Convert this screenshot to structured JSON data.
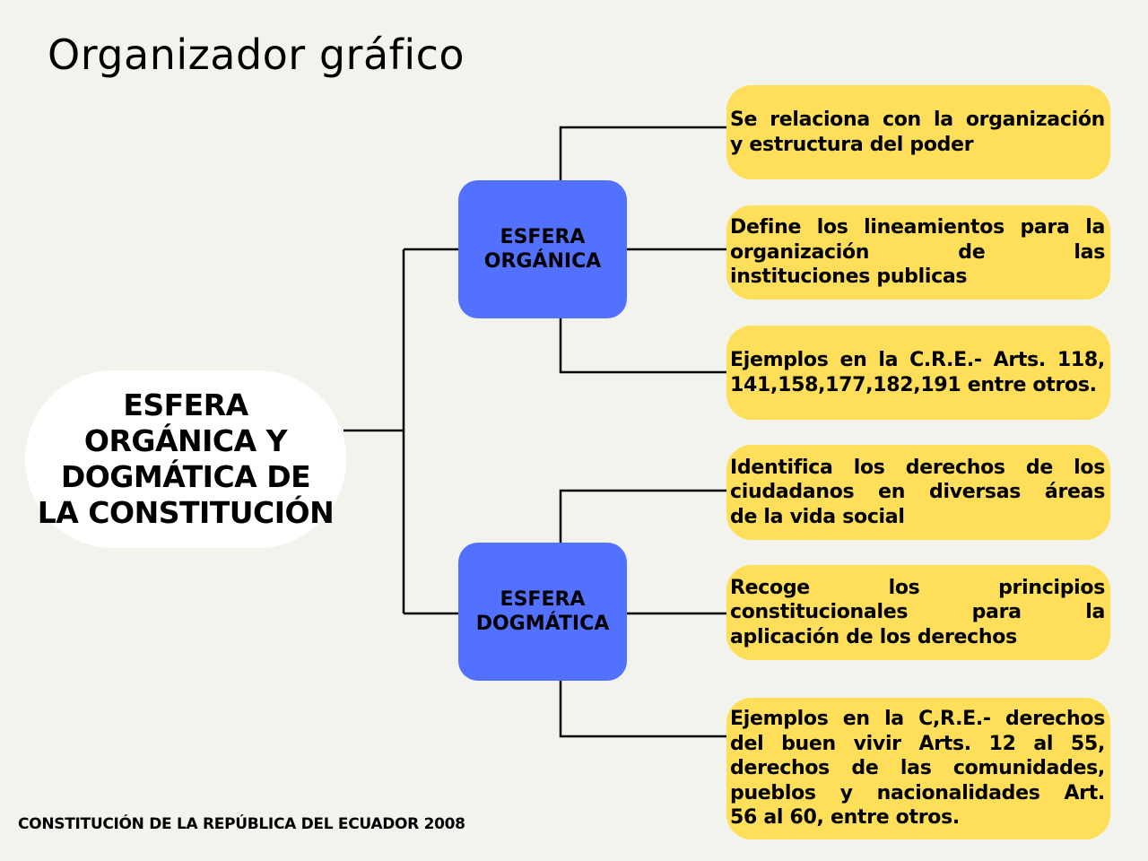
{
  "title": "Organizador gráfico",
  "footer": "CONSTITUCIÓN DE LA REPÚBLICA DEL ECUADOR 2008",
  "colors": {
    "background": "#F3F3EE",
    "blue": "#5271FF",
    "yellow": "#FFDE59",
    "root": "#FFFFFF"
  },
  "root": {
    "lines": [
      "ESFERA",
      "ORGÁNICA Y",
      "DOGMÁTICA DE",
      "LA CONSTITUCIÓN"
    ]
  },
  "branches": [
    {
      "label_lines": [
        "ESFERA",
        "ORGÁNICA"
      ],
      "items": [
        {
          "lines": [
            " Se relaciona con la organización",
            "y estructura del poder"
          ]
        },
        {
          "lines": [
            "Define los lineamientos para la",
            "organización de las",
            "instituciones publicas"
          ]
        },
        {
          "lines": [
            "Ejemplos en la C.R.E.- Arts. 118,",
            "141,158,177,182,191 entre otros."
          ]
        }
      ]
    },
    {
      "label_lines": [
        "ESFERA",
        "DOGMÁTICA"
      ],
      "items": [
        {
          "lines": [
            "Identifica  los derechos de los",
            "ciudadanos en diversas áreas",
            "de la vida social"
          ]
        },
        {
          "lines": [
            "Recoge los principios",
            "constitucionales para la",
            "aplicación de los derechos"
          ]
        },
        {
          "lines": [
            "Ejemplos en la C,R.E.- derechos",
            "del buen vivir Arts. 12 al 55,",
            "derechos de las comunidades,",
            "pueblos y nacionalidades Art.",
            "56 al 60, entre otros."
          ]
        }
      ]
    }
  ]
}
